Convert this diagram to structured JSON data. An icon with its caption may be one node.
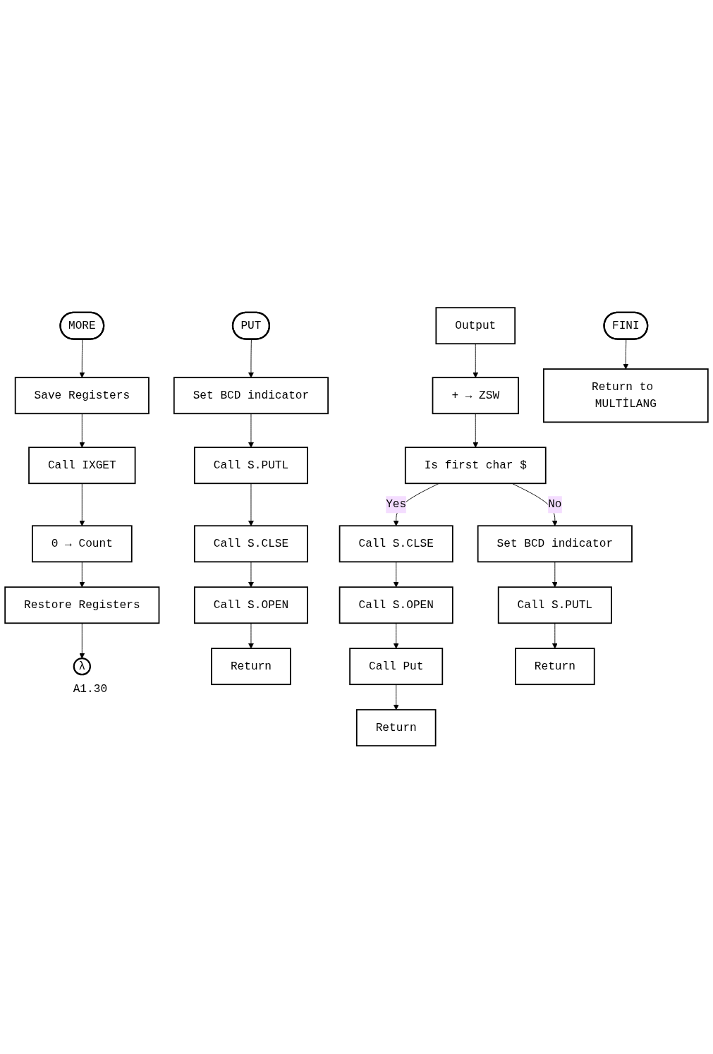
{
  "diagram": {
    "nodes": [
      {
        "text": [
          "MORE"
        ]
      },
      {
        "text": [
          "Save Registers"
        ]
      },
      {
        "text": [
          "Call IXGET"
        ]
      },
      {
        "text": [
          "0 → Count"
        ]
      },
      {
        "text": [
          "Restore Registers"
        ]
      },
      {
        "text": [
          "λ"
        ],
        "beside": [
          "A1.30"
        ]
      },
      {
        "text": [
          "PUT"
        ]
      },
      {
        "text": [
          "Set BCD indicator"
        ]
      },
      {
        "text": [
          "Call S.PUTL"
        ]
      },
      {
        "text": [
          "Call S.CLSE"
        ]
      },
      {
        "text": [
          "Call S.OPEN"
        ]
      },
      {
        "text": [
          "Return"
        ]
      },
      {
        "text": [
          "Output"
        ]
      },
      {
        "text": [
          "+ → ZSW"
        ]
      },
      {
        "text": [
          "FINI"
        ]
      },
      {
        "text": [
          "Return to MULTİLANG"
        ]
      },
      {
        "text": [
          "Is first char $"
        ]
      },
      {
        "text": [
          "Call S.CLSE"
        ]
      },
      {
        "text": [
          "Set BCD indicator"
        ]
      },
      {
        "text": [
          "Call S.OPEN"
        ]
      },
      {
        "text": [
          "Call S.PUTL"
        ]
      },
      {
        "text": [
          "Call Put"
        ]
      },
      {
        "text": [
          "Return"
        ]
      },
      {
        "text": [
          "Return"
        ]
      }
    ],
    "edges": [
      {
        "from": 0,
        "to": 1,
        "arrow": "to"
      },
      {
        "from": 1,
        "to": 2,
        "arrow": "to"
      },
      {
        "from": 2,
        "to": 3,
        "arrow": "to"
      },
      {
        "from": 3,
        "to": 4,
        "arrow": "to"
      },
      {
        "from": 4,
        "to": 5,
        "arrow": "to"
      },
      {
        "from": 6,
        "to": 7,
        "arrow": "to"
      },
      {
        "from": 7,
        "to": 8,
        "arrow": "to"
      },
      {
        "from": 8,
        "to": 9,
        "arrow": "to"
      },
      {
        "from": 9,
        "to": 10,
        "arrow": "to"
      },
      {
        "from": 10,
        "to": 11,
        "arrow": "to"
      },
      {
        "from": 12,
        "to": 13,
        "arrow": "to"
      },
      {
        "from": 13,
        "to": 16,
        "arrow": "to"
      },
      {
        "from": 14,
        "to": 15,
        "arrow": "to"
      },
      {
        "from": 16,
        "to": 17,
        "arrow": "to",
        "label": "Yes"
      },
      {
        "from": 16,
        "to": 18,
        "arrow": "to",
        "label": "No"
      },
      {
        "from": 18,
        "to": 20,
        "arrow": "to"
      },
      {
        "from": 20,
        "to": 22,
        "arrow": "to"
      },
      {
        "from": 17,
        "to": 19,
        "arrow": "to"
      },
      {
        "from": 19,
        "to": 21,
        "arrow": "to"
      },
      {
        "from": 21,
        "to": 23,
        "arrow": "to"
      }
    ]
  }
}
